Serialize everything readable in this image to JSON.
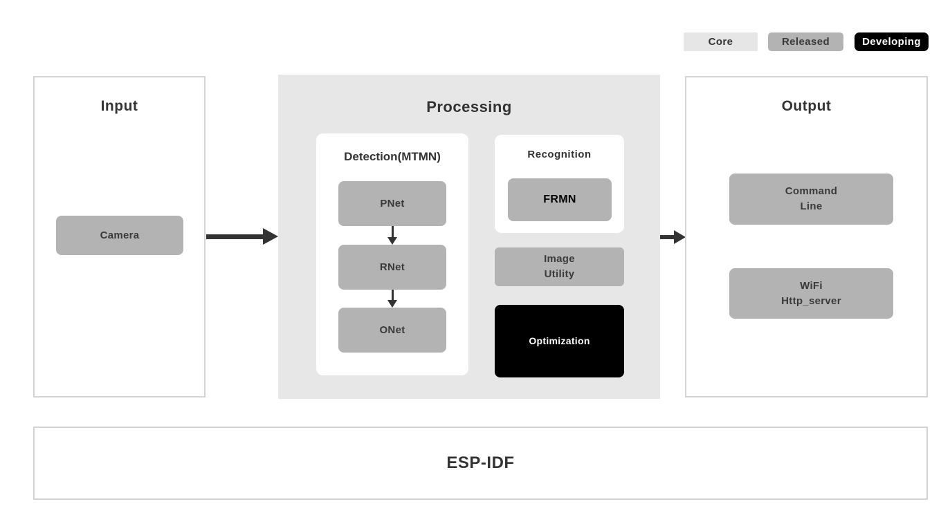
{
  "legend": {
    "items": [
      {
        "label": "Core",
        "status": "core"
      },
      {
        "label": "Released",
        "status": "released"
      },
      {
        "label": "Developing",
        "status": "developing"
      }
    ]
  },
  "status_colors": {
    "core": {
      "bg": "#e6e6e6",
      "fg": "#333333"
    },
    "released": {
      "bg": "#b3b3b3",
      "fg": "#3a3a3a"
    },
    "developing": {
      "bg": "#000000",
      "fg": "#ffffff"
    }
  },
  "input": {
    "title": "Input",
    "camera_label": "Camera"
  },
  "processing": {
    "title": "Processing",
    "detection": {
      "title": "Detection(MTMN)",
      "stages": [
        "PNet",
        "RNet",
        "ONet"
      ]
    },
    "recognition": {
      "title": "Recognition",
      "module_label": "FRMN"
    },
    "image_utility": {
      "line1": "Image",
      "line2": "Utility"
    },
    "optimization_label": "Optimization"
  },
  "output": {
    "title": "Output",
    "modules": [
      {
        "line1": "Command",
        "line2": "Line"
      },
      {
        "line1": "WiFi",
        "line2": "Http_server"
      }
    ]
  },
  "base": {
    "title": "ESP-IDF"
  }
}
